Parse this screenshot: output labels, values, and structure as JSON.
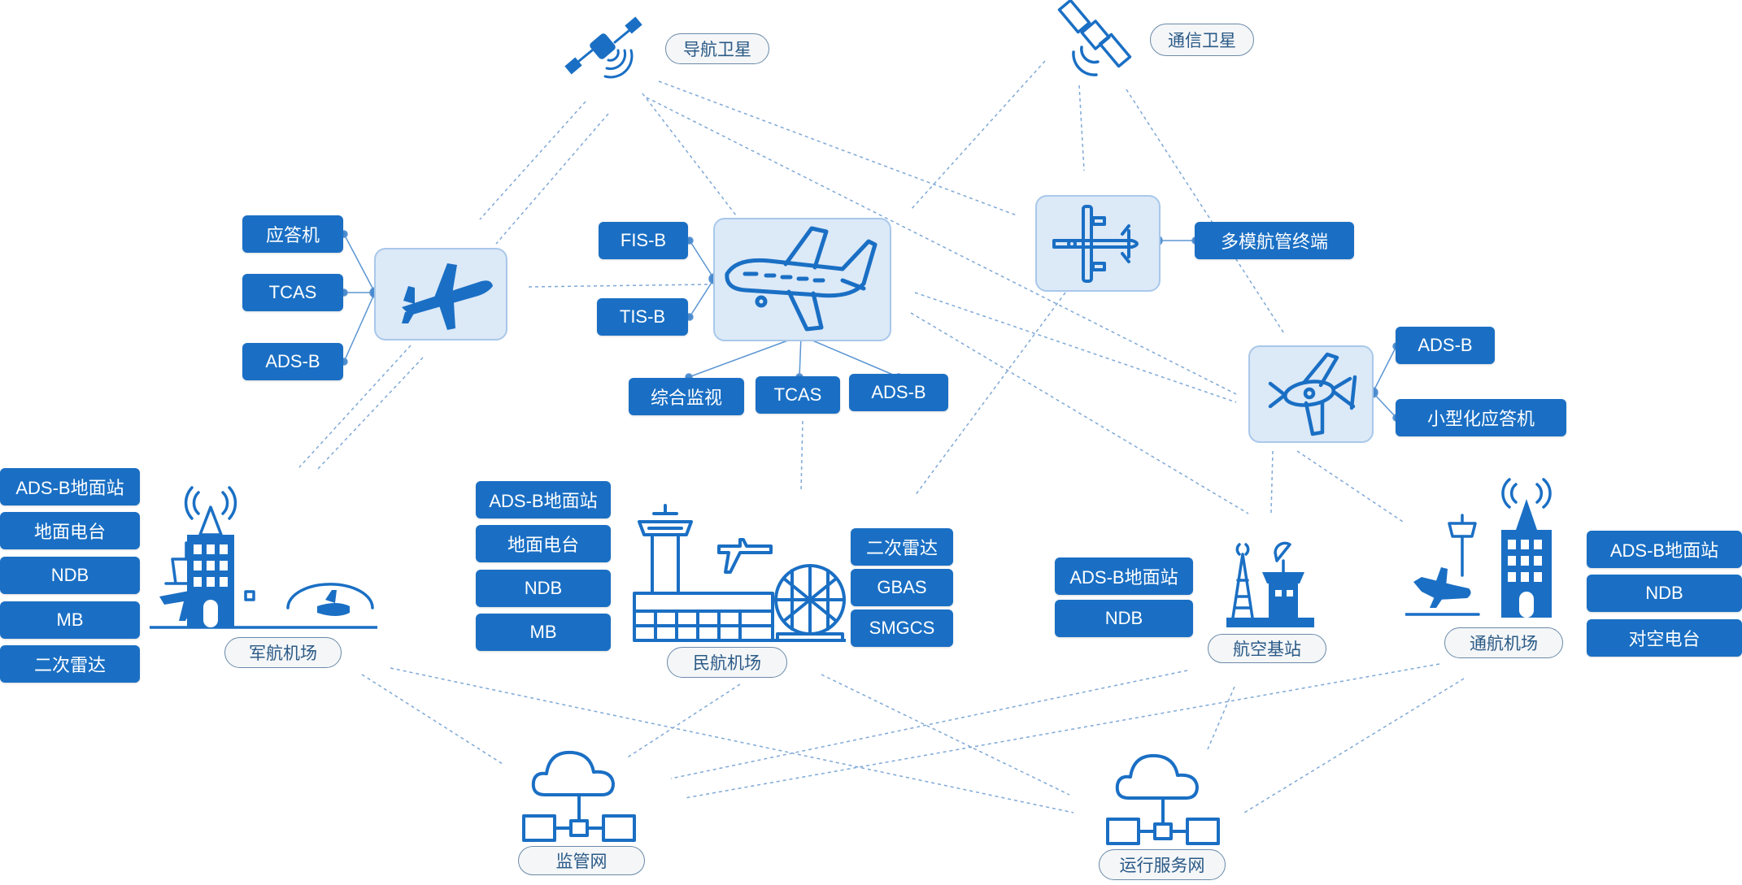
{
  "colors": {
    "accent": "#1a6fc4",
    "card": "#dce9f7",
    "line": "#7fa8d6",
    "icon": "#1a6fc4"
  },
  "satellites": {
    "nav_label": "导航卫星",
    "comm_label": "通信卫星"
  },
  "military_aircraft": {
    "tags": [
      "应答机",
      "TCAS",
      "ADS-B"
    ]
  },
  "civil_aircraft": {
    "left_tags": [
      "FIS-B",
      "TIS-B"
    ],
    "bottom_tags": [
      "综合监视",
      "TCAS",
      "ADS-B"
    ]
  },
  "uav": {
    "tag": "多模航管终端"
  },
  "light_aircraft": {
    "tags": [
      "ADS-B",
      "小型化应答机"
    ]
  },
  "military_airport": {
    "label": "军航机场",
    "tags": [
      "ADS-B地面站",
      "地面电台",
      "NDB",
      "MB",
      "二次雷达"
    ]
  },
  "civil_airport": {
    "label": "民航机场",
    "left_tags": [
      "ADS-B地面站",
      "地面电台",
      "NDB",
      "MB"
    ],
    "right_tags": [
      "二次雷达",
      "GBAS",
      "SMGCS"
    ]
  },
  "aviation_base_station": {
    "label": "航空基站",
    "tags": [
      "ADS-B地面站",
      "NDB"
    ]
  },
  "general_airport": {
    "label": "通航机场",
    "tags": [
      "ADS-B地面站",
      "NDB",
      "对空电台"
    ]
  },
  "networks": {
    "supervision_label": "监管网",
    "operations_label": "运行服务网"
  },
  "icons": [
    "satellite-icon",
    "fighter-jet-icon",
    "airliner-icon",
    "uav-icon",
    "propeller-plane-icon",
    "control-tower-icon",
    "radar-dome-icon",
    "radio-tower-icon",
    "building-icon",
    "hangar-icon",
    "cloud-network-icon"
  ]
}
